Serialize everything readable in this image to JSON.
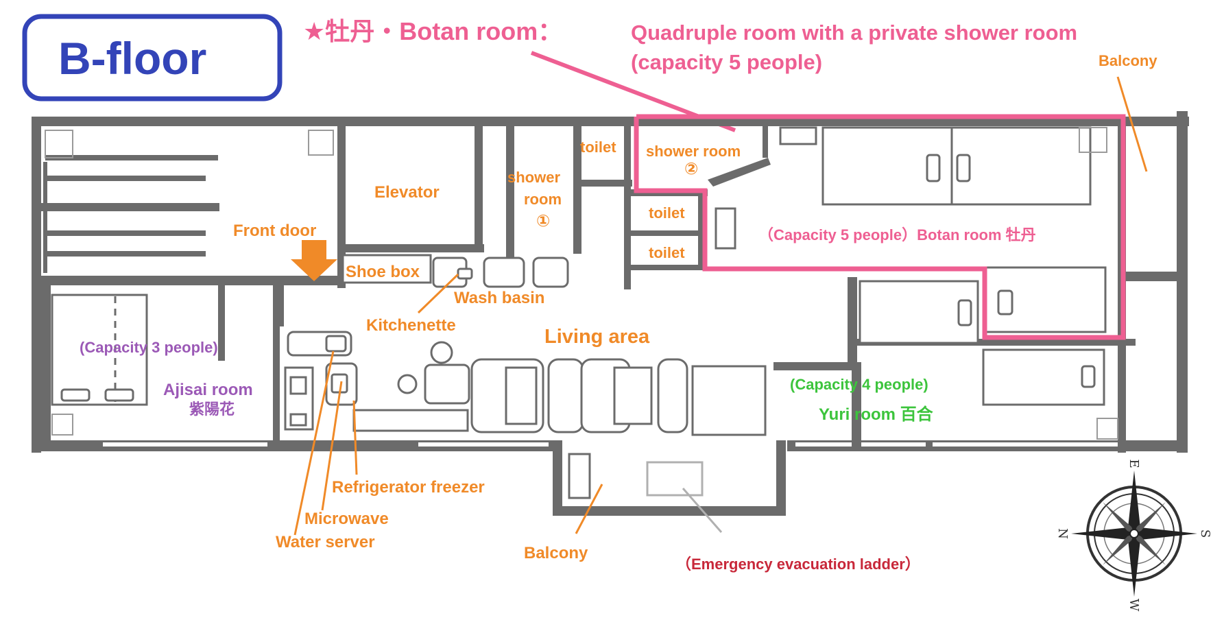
{
  "title": "B-floor",
  "colors": {
    "title_blue": "#3344b8",
    "pink": "#ee5f92",
    "orange": "#f08a28",
    "purple": "#9b59b6",
    "green": "#3cc43c",
    "wall": "#6b6b6b",
    "dark_red": "#c8283a"
  },
  "header": {
    "botan_line1": "★牡丹・Botan room：",
    "botan_line2": "Quadruple room with a private shower room",
    "botan_line3": "(capacity 5 people)"
  },
  "labels": {
    "balcony_top": "Balcony",
    "toilet_top": "toilet",
    "shower_room2_a": "shower room",
    "shower_room2_b": "②",
    "shower_room1_a": "shower",
    "shower_room1_b": "room",
    "shower_room1_c": "①",
    "elevator": "Elevator",
    "front_door": "Front door",
    "toilet_mid": "toilet",
    "toilet_low": "toilet",
    "botan_room": "（Capacity 5 people）Botan room 牡丹",
    "shoe_box": "Shoe box",
    "wash_basin": "Wash basin",
    "kitchenette": "Kitchenette",
    "living_area": "Living area",
    "ajisai_capacity": "(Capacity 3 people)",
    "ajisai_room": "Ajisai room",
    "ajisai_kanji": "紫陽花",
    "yuri_capacity": "(Capacity 4 people)",
    "yuri_room": "Yuri room 百合",
    "refrigerator": "Refrigerator freezer",
    "microwave": "Microwave",
    "water_server": "Water server",
    "balcony_bottom": "Balcony",
    "evacuation_ladder": "（Emergency evacuation ladder）"
  },
  "compass": {
    "top": "E",
    "bottom": "W",
    "left": "N",
    "right": "S"
  }
}
